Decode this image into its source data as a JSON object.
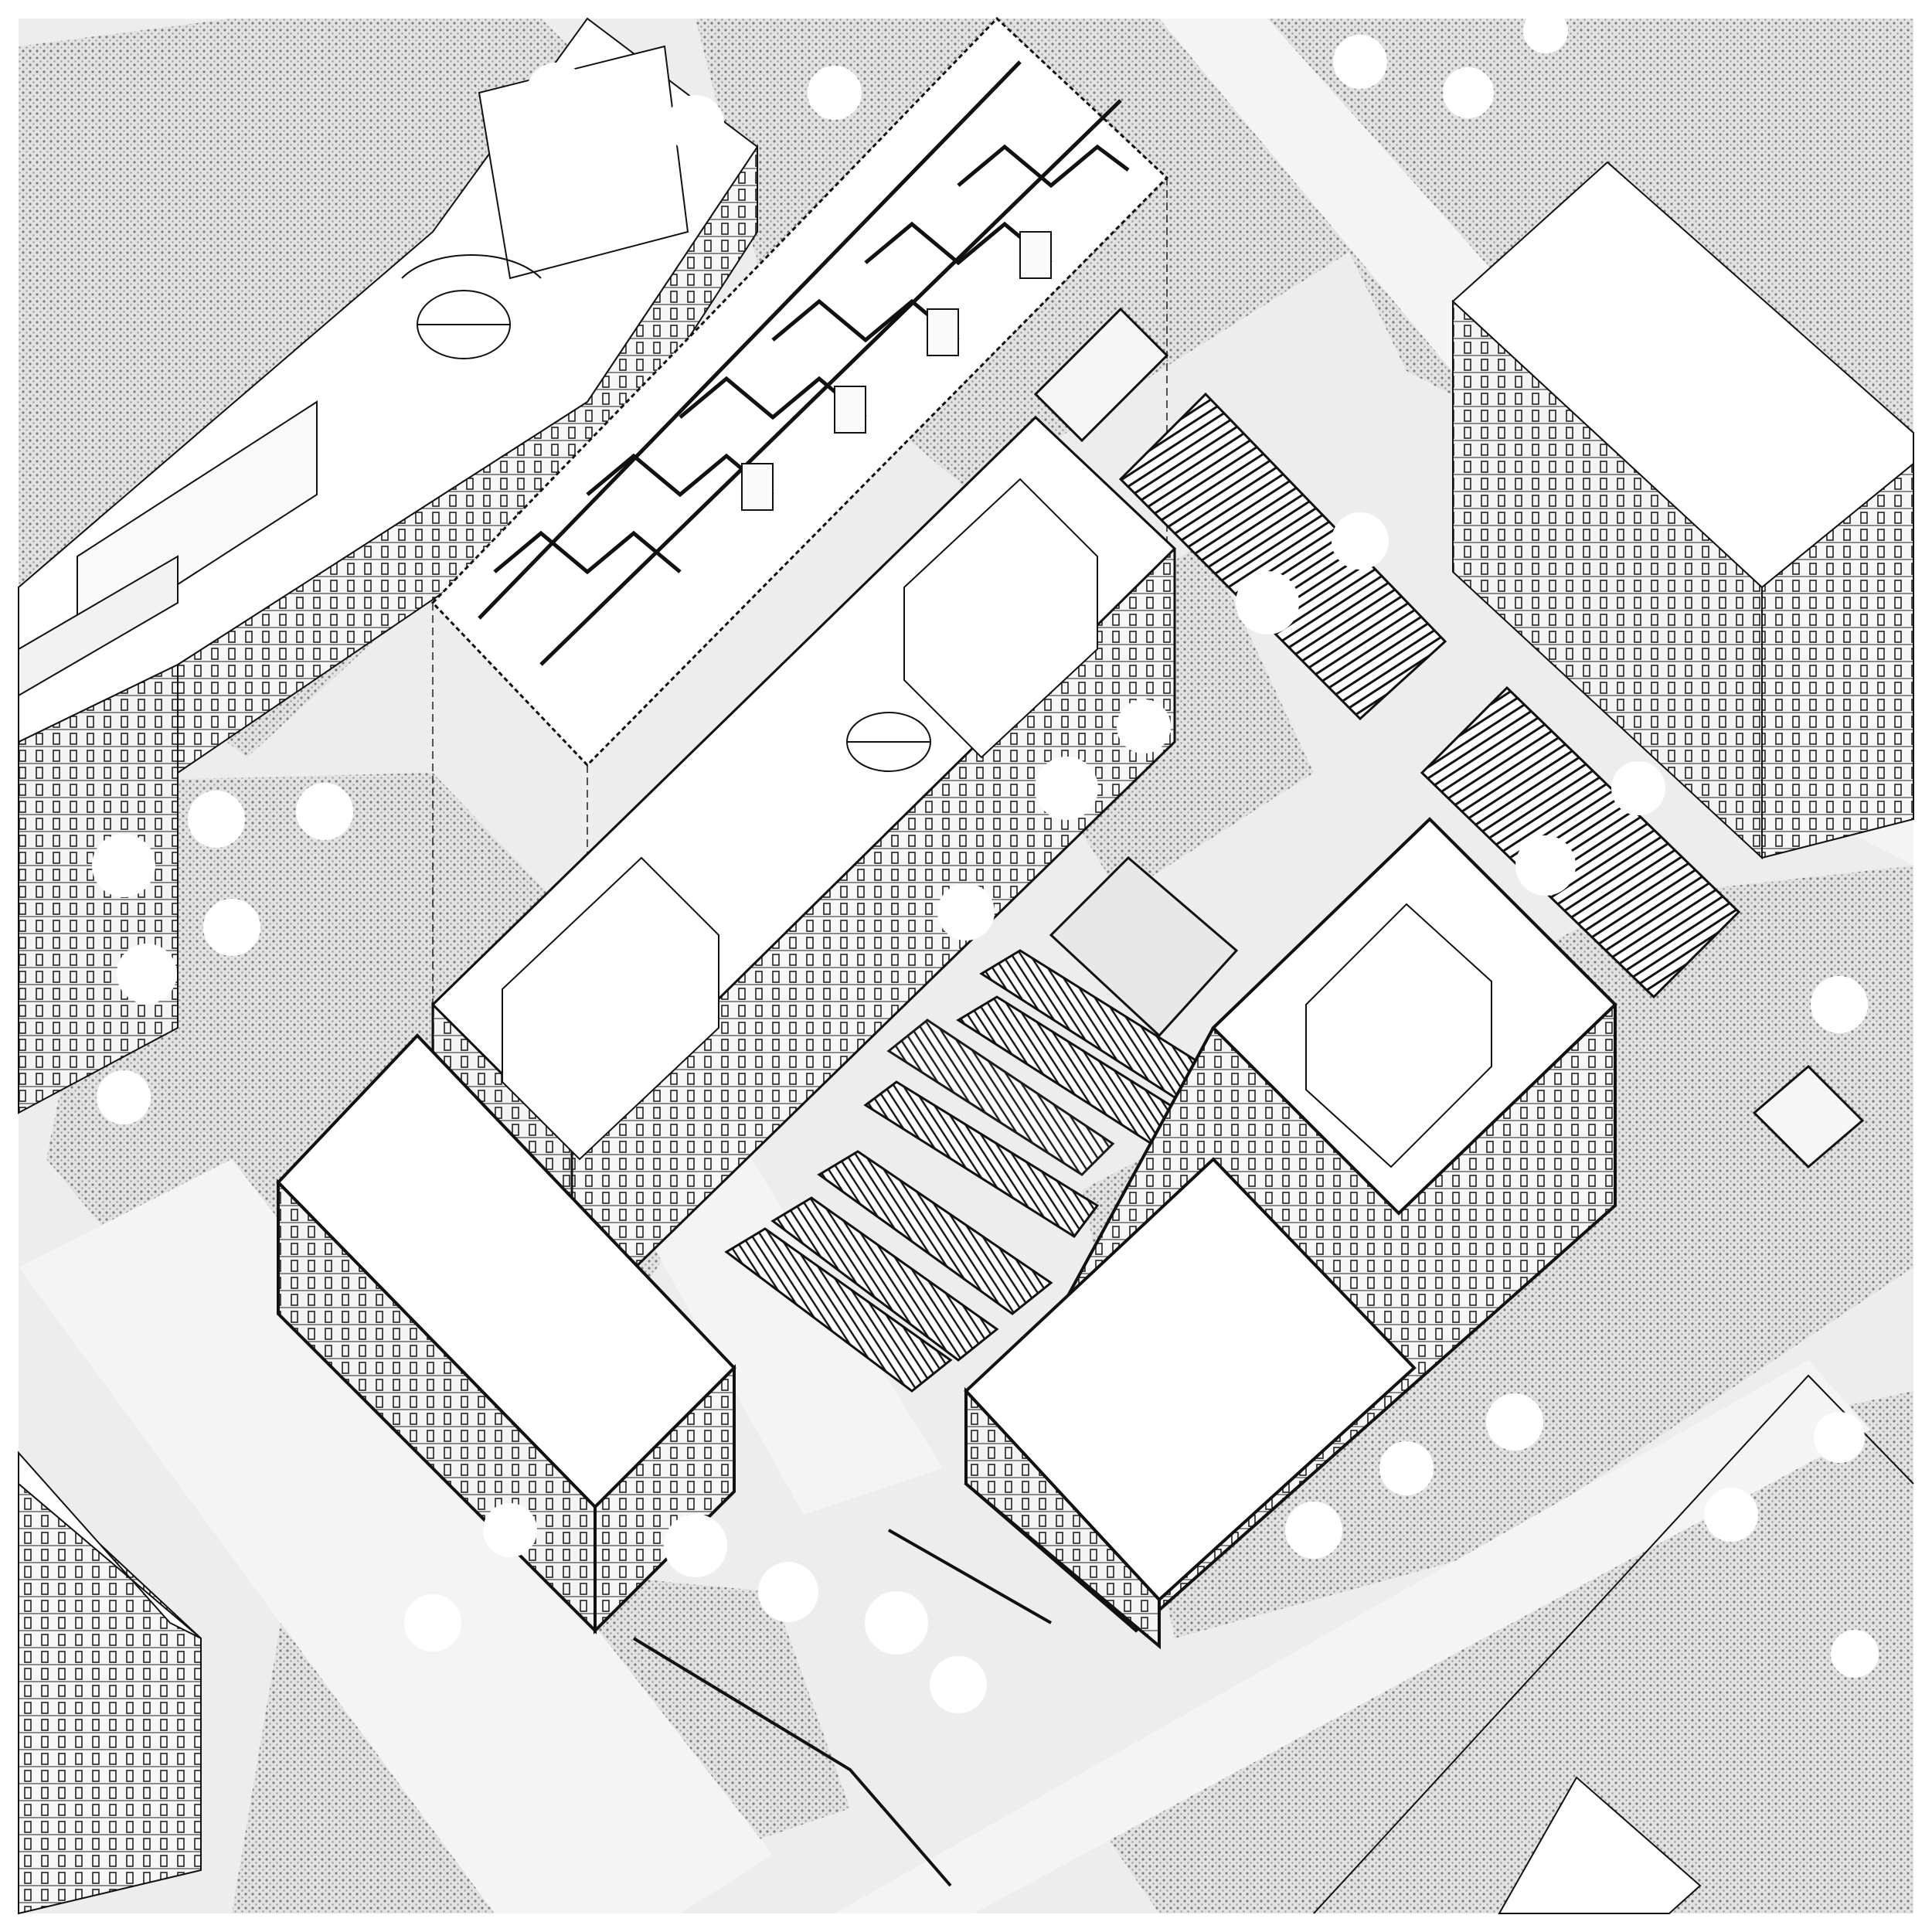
{
  "diagram": {
    "type": "axonometric-urban-plan",
    "colors": {
      "background": "#f0f0f0",
      "frame": "#ffffff",
      "ink": "#111111",
      "hatch": "#8a8a8a",
      "roof": "#ffffff",
      "road": "#e9e9e9",
      "tree": "#ffffff"
    },
    "elements": [
      "building-block-northwest",
      "building-block-center",
      "building-block-southwest-wing",
      "building-block-southeast",
      "building-block-east",
      "floor-plan-cutaway",
      "parking-strips",
      "tree-canopies",
      "basketball-court",
      "courtyard-pavilions",
      "dotted-ground-planes"
    ],
    "text_labels": []
  }
}
